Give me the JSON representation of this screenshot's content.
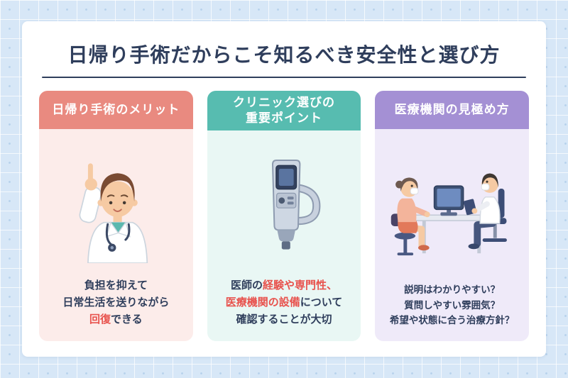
{
  "title": "日帰り手術だからこそ知るべき安全性と選び方",
  "colors": {
    "page_bg": "#d7e7f7",
    "panel_bg": "#ffffff",
    "title_text": "#2f3e5c",
    "body_text": "#2f3e5c",
    "accent_red": "#e8534e",
    "card1_header_bg": "#e98a80",
    "card1_body_bg": "#fcecea",
    "card2_header_bg": "#57bcb0",
    "card2_body_bg": "#e9f7f4",
    "card3_header_bg": "#a490d4",
    "card3_body_bg": "#efeaf9"
  },
  "cards": [
    {
      "header": "日帰り手術のメリット",
      "illustration": "doctor-pointing-up-icon",
      "lines": [
        {
          "segments": [
            {
              "text": "負担を抑えて",
              "highlight": false
            }
          ]
        },
        {
          "segments": [
            {
              "text": "日常生活を送りながら",
              "highlight": false
            }
          ]
        },
        {
          "segments": [
            {
              "text": "回復",
              "highlight": true
            },
            {
              "text": "できる",
              "highlight": false
            }
          ]
        }
      ]
    },
    {
      "header": "クリニック選びの\n重要ポイント",
      "illustration": "medical-device-icon",
      "lines": [
        {
          "segments": [
            {
              "text": "医師の",
              "highlight": false
            },
            {
              "text": "経験や専門性",
              "highlight": true
            },
            {
              "text": "、",
              "highlight": true
            }
          ]
        },
        {
          "segments": [
            {
              "text": "医療機関の設備",
              "highlight": true
            },
            {
              "text": "について",
              "highlight": false
            }
          ]
        },
        {
          "segments": [
            {
              "text": "確認することが大切",
              "highlight": false
            }
          ]
        }
      ]
    },
    {
      "header": "医療機関の見極め方",
      "illustration": "doctor-patient-consultation-icon",
      "lines": [
        {
          "segments": [
            {
              "text": "説明はわかりやすい？",
              "highlight": false
            }
          ]
        },
        {
          "segments": [
            {
              "text": "質問しやすい雰囲気？",
              "highlight": false
            }
          ]
        },
        {
          "segments": [
            {
              "text": "希望や状態に合う治療方針？",
              "highlight": false
            }
          ]
        }
      ]
    }
  ]
}
